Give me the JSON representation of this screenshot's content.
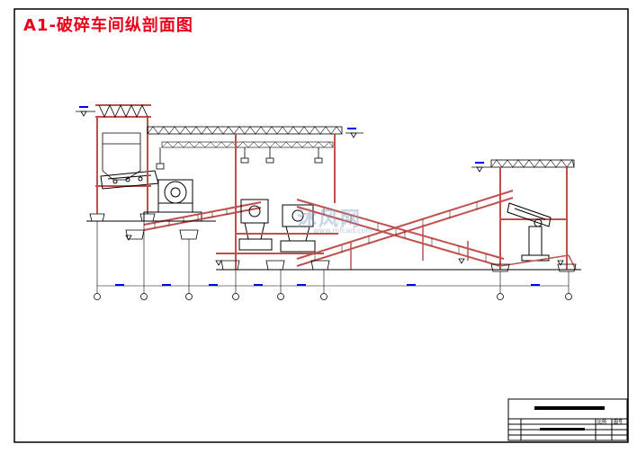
{
  "drawing": {
    "title": "A1-破碎车间纵剖面图",
    "watermark": "沐风网",
    "watermark_sub": "www.mfcad.com"
  },
  "title_block": {
    "cell_a": "比例",
    "cell_b": "图号"
  },
  "colors": {
    "title": "#e8001a",
    "structure": "#c0504d",
    "linework": "#000000",
    "dimension": "#0000ff"
  }
}
